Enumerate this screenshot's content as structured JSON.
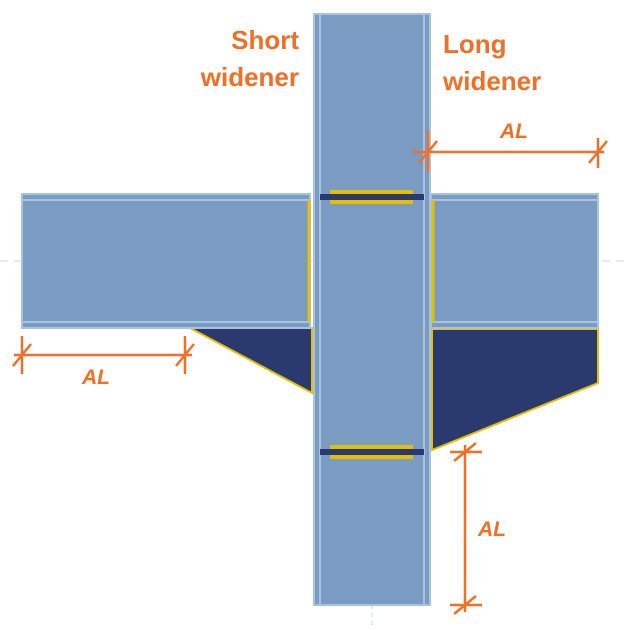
{
  "labels": {
    "short_widener": [
      "Short",
      "widener"
    ],
    "long_widener": [
      "Long",
      "widener"
    ],
    "dim_top_right": "AL",
    "dim_left": "AL",
    "dim_vertical": "AL"
  },
  "colors": {
    "steel": "#7a9bc2",
    "steel_edge": "#a8c2e2",
    "widener": "#2b3a6e",
    "weld": "#e6c000",
    "dimension": "#f07028"
  }
}
